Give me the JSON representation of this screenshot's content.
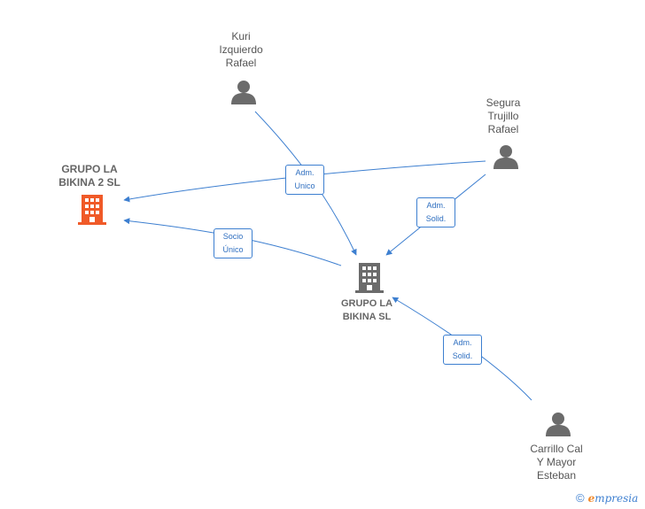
{
  "nodes": {
    "kuri": {
      "label": "Kuri\nIzquierdo\nRafael"
    },
    "segura": {
      "label": "Segura\nTrujillo\nRafael"
    },
    "carrillo": {
      "label": "Carrillo Cal\nY Mayor\nEsteban"
    },
    "bikina2": {
      "label": "GRUPO LA\nBIKINA 2  SL"
    },
    "bikina": {
      "label": "GRUPO LA\nBIKINA  SL"
    }
  },
  "edges": {
    "adm_unico": {
      "label": "Adm.\nUnico"
    },
    "socio_unico": {
      "label": "Socio\nÚnico"
    },
    "adm_solid_1": {
      "label": "Adm.\nSolid."
    },
    "adm_solid_2": {
      "label": "Adm.\nSolid."
    }
  },
  "colors": {
    "edge": "#3d7fd0",
    "person_icon": "#6b6b6b",
    "company_icon": "#6b6b6b",
    "highlight_company": "#f05a28"
  },
  "footer": {
    "copyright": "©",
    "brand_e": "e",
    "brand_rest": "mpresia"
  }
}
